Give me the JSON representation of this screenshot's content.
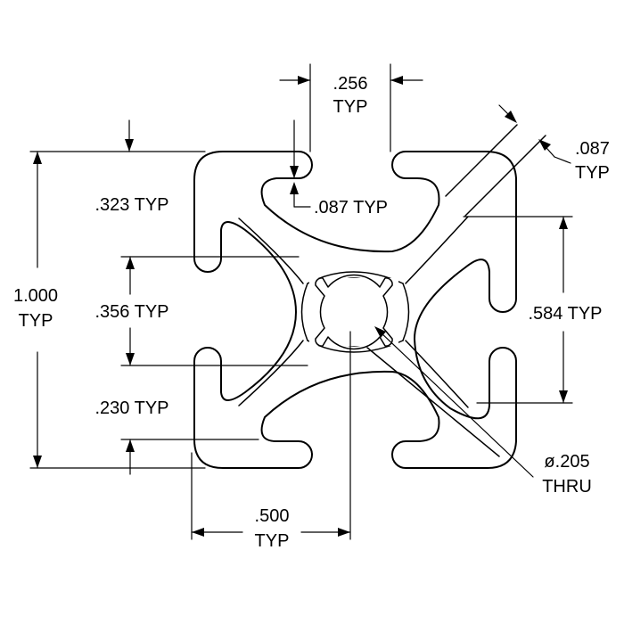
{
  "labels": {
    "top_slot_width": ".256",
    "top_slot_width_typ": "TYP",
    "diag_wall": ".087",
    "diag_wall_typ": "TYP",
    "left_dim_1": ".323 TYP",
    "inner_lip": ".087 TYP",
    "overall_height": "1.000",
    "overall_height_typ": "TYP",
    "left_dim_2": ".356 TYP",
    "right_dim": ".584 TYP",
    "left_dim_3": ".230 TYP",
    "hole_diameter": "ø.205",
    "hole_thru": "THRU",
    "bottom_dim": ".500",
    "bottom_dim_typ": "TYP"
  }
}
